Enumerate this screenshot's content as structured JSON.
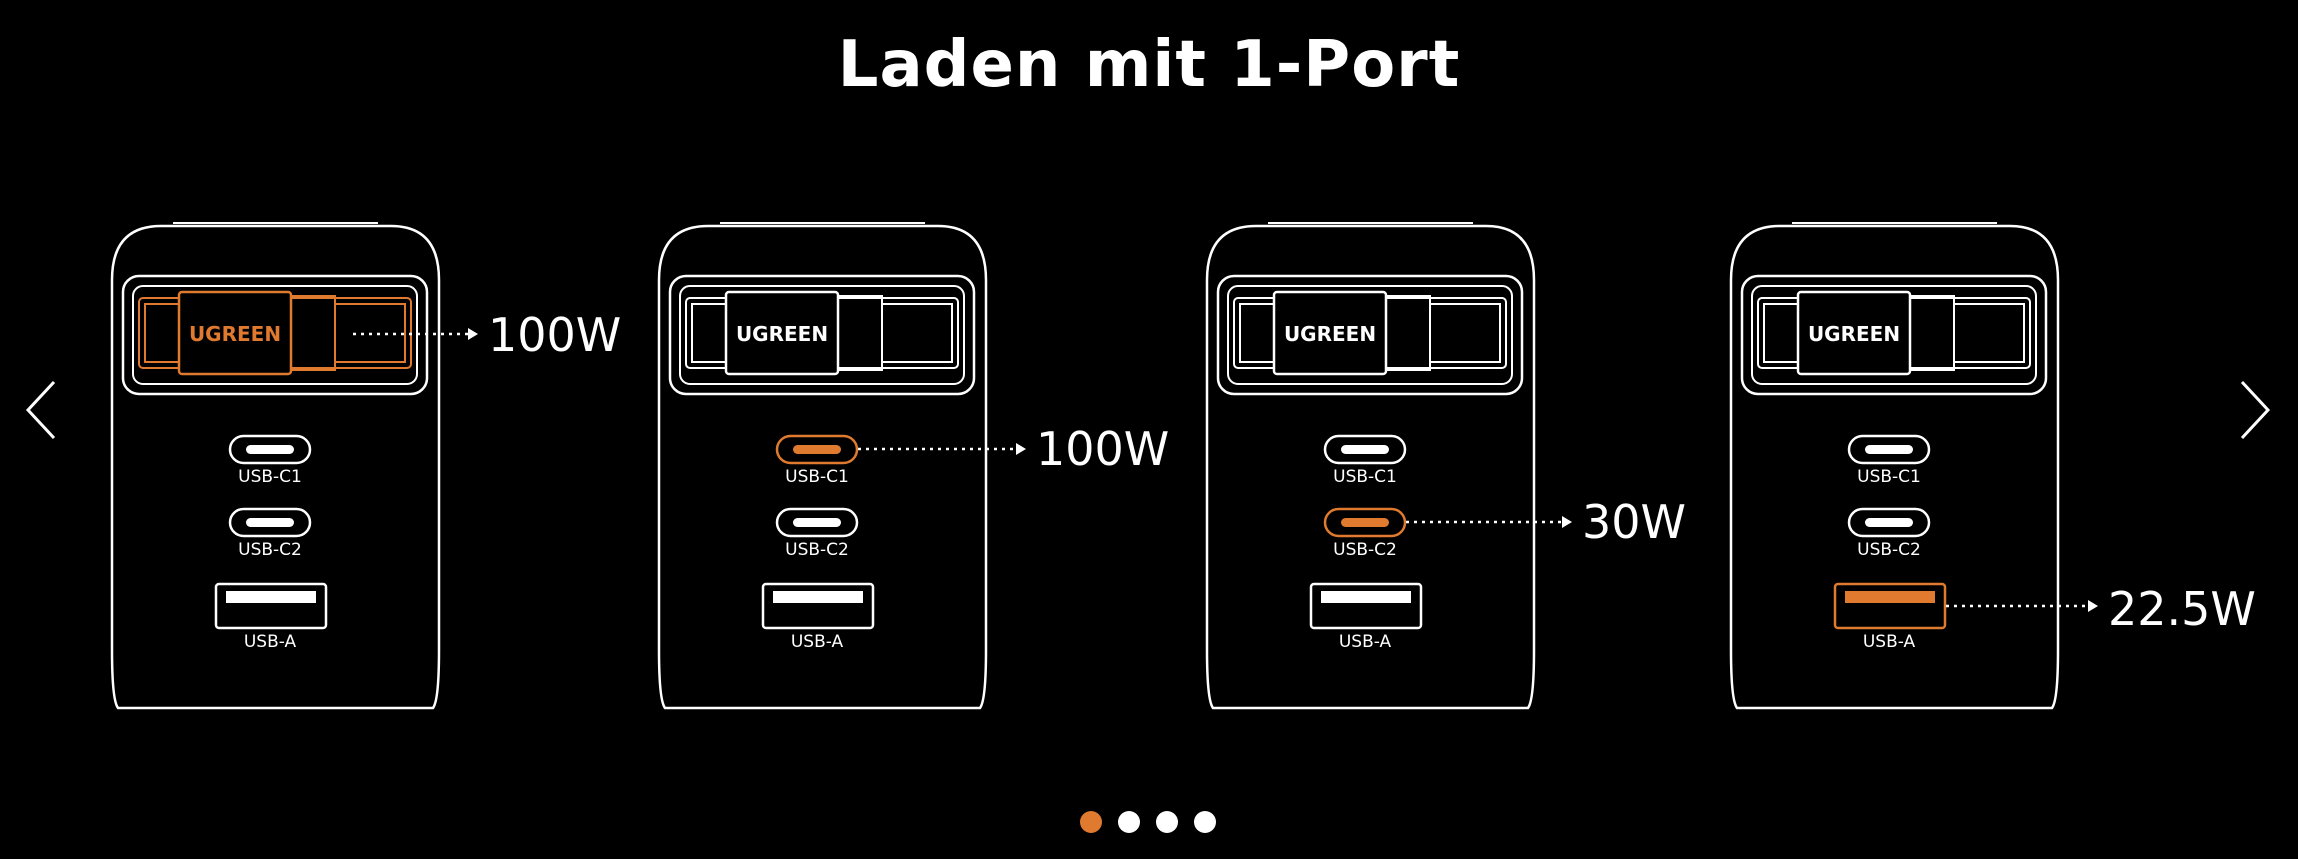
{
  "title": "Laden mit 1-Port",
  "colors": {
    "accent": "#e07a2e",
    "line": "#ffffff",
    "background": "#000000"
  },
  "navigation": {
    "prev_icon": "chevron-left-icon",
    "next_icon": "chevron-right-icon"
  },
  "devices": [
    {
      "brand": "UGREEN",
      "active_port": "ugreen",
      "watt": "100W",
      "ports": {
        "c1": "USB-C1",
        "c2": "USB-C2",
        "a": "USB-A"
      }
    },
    {
      "brand": "UGREEN",
      "active_port": "c1",
      "watt": "100W",
      "ports": {
        "c1": "USB-C1",
        "c2": "USB-C2",
        "a": "USB-A"
      }
    },
    {
      "brand": "UGREEN",
      "active_port": "c2",
      "watt": "30W",
      "ports": {
        "c1": "USB-C1",
        "c2": "USB-C2",
        "a": "USB-A"
      }
    },
    {
      "brand": "UGREEN",
      "active_port": "a",
      "watt": "22.5W",
      "ports": {
        "c1": "USB-C1",
        "c2": "USB-C2",
        "a": "USB-A"
      }
    }
  ],
  "pagination": {
    "count": 4,
    "active_index": 0
  }
}
